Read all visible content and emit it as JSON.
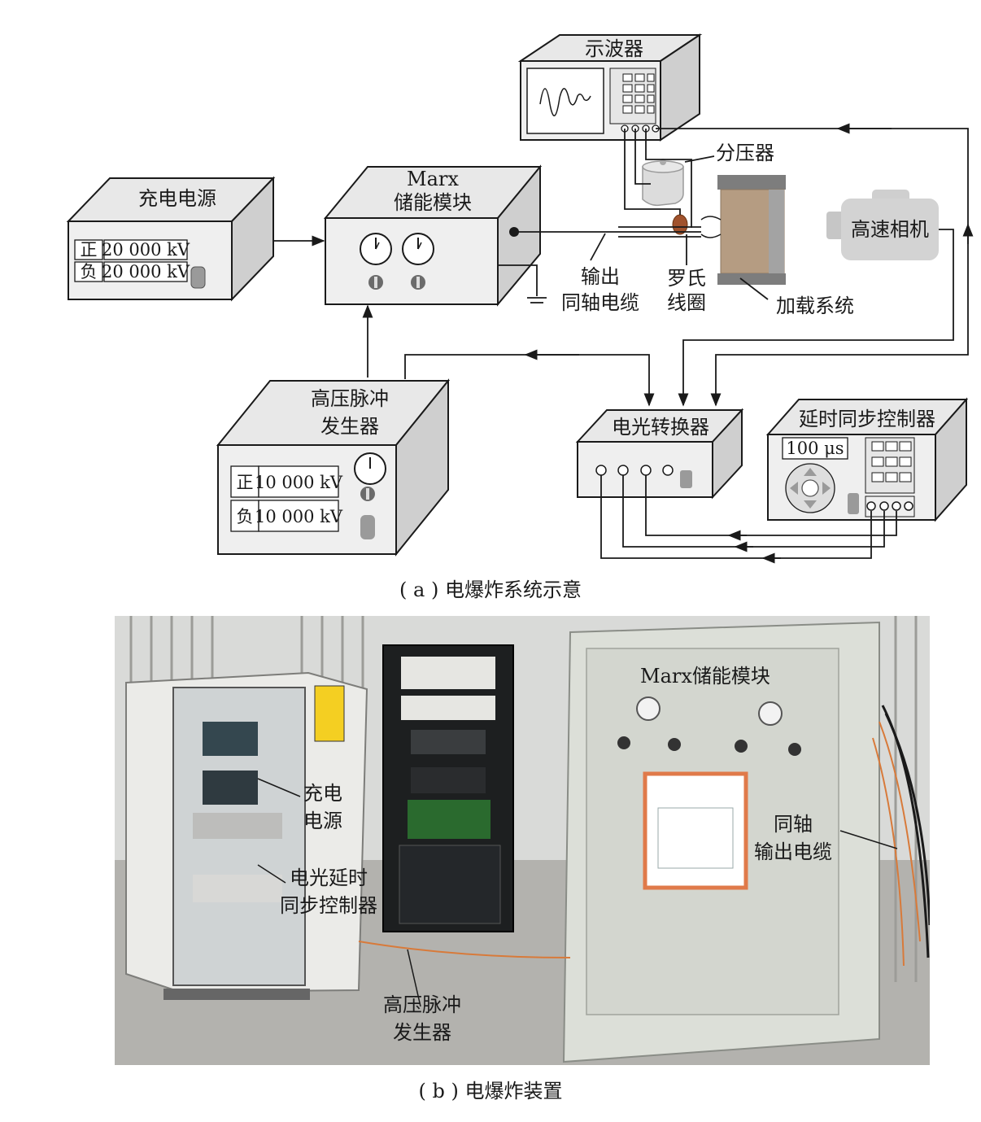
{
  "diagram": {
    "oscilloscope": "示波器",
    "divider": "分压器",
    "charger": "充电电源",
    "charger_pos_label": "正",
    "charger_pos_value": "20 000 kV",
    "charger_neg_label": "负",
    "charger_neg_value": "20 000 kV",
    "marx_line1": "Marx",
    "marx_line2": "储能模块",
    "output_cable_line1": "输出",
    "output_cable_line2": "同轴电缆",
    "rogowski_line1": "罗氏",
    "rogowski_line2": "线圈",
    "load_system": "加载系统",
    "camera": "高速相机",
    "pulse_gen_line1": "高压脉冲",
    "pulse_gen_line2": "发生器",
    "pulse_pos_label": "正",
    "pulse_pos_value": "10 000 kV",
    "pulse_neg_label": "负",
    "pulse_neg_value": "10 000 kV",
    "eo_converter": "电光转换器",
    "delay_controller": "延时同步控制器",
    "delay_value": "100 μs",
    "caption_a": "( a ) 电爆炸系统示意"
  },
  "photo": {
    "marx_label": "Marx储能模块",
    "charger_line1": "充电",
    "charger_line2": "电源",
    "eo_delay_line1": "电光延时",
    "eo_delay_line2": "同步控制器",
    "pulse_gen_line1": "高压脉冲",
    "pulse_gen_line2": "发生器",
    "coax_line1": "同轴",
    "coax_line2": "输出电缆",
    "caption_b": "( b ) 电爆炸装置"
  }
}
